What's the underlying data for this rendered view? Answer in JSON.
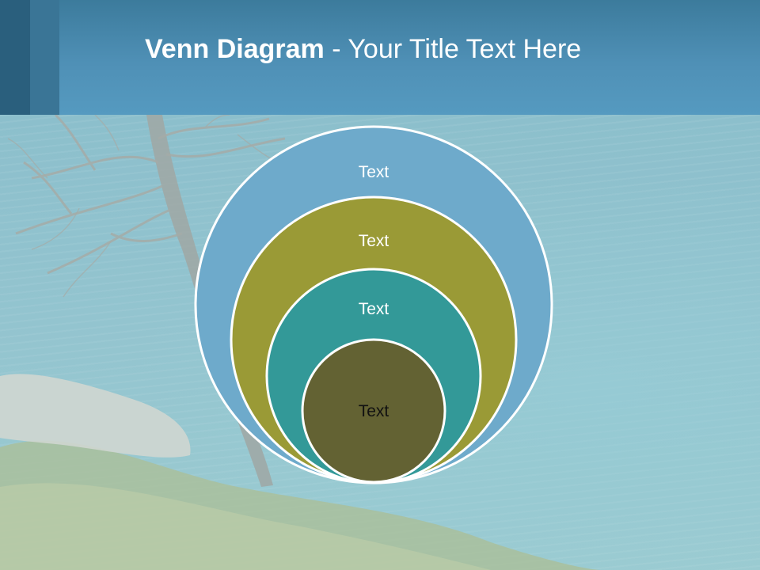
{
  "title": {
    "bold": "Venn Diagram",
    "rest": " - Your Title Text Here"
  },
  "diagram": {
    "circles": [
      {
        "label": "Text",
        "color": "#6eaacb",
        "text_color": "#ffffff"
      },
      {
        "label": "Text",
        "color": "#9a9a36",
        "text_color": "#ffffff"
      },
      {
        "label": "Text",
        "color": "#339998",
        "text_color": "#ffffff"
      },
      {
        "label": "Text",
        "color": "#636233",
        "text_color": "#111111"
      }
    ]
  }
}
